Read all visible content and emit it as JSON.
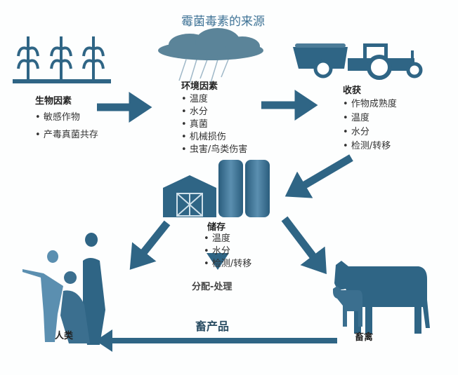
{
  "title": "霉菌毒素的来源",
  "biological": {
    "heading": "生物因素",
    "items": [
      "敏感作物",
      "产毒真菌共存"
    ]
  },
  "environment": {
    "heading": "环境因素",
    "items": [
      "温度",
      "水分",
      "真菌",
      "机械损伤",
      "虫害/鸟类伤害"
    ]
  },
  "harvest": {
    "heading": "收获",
    "items": [
      "作物成熟度",
      "温度",
      "水分",
      "检测/转移"
    ]
  },
  "storage": {
    "heading": "储存",
    "items": [
      "温度",
      "水分",
      "检测/转移"
    ]
  },
  "distribution": "分配-处理",
  "humans": "人类",
  "livestock": "畜禽",
  "animal_products": "畜产品",
  "colors": {
    "primary": "#2f6585",
    "title": "#3f7396",
    "light": "#5b8fb0"
  }
}
